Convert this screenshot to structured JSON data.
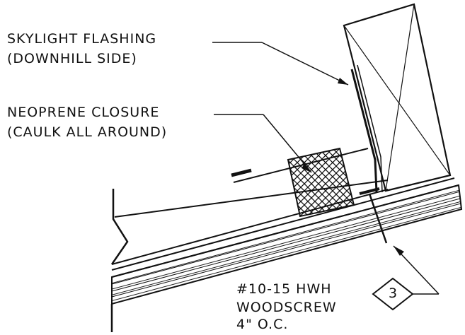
{
  "labels": {
    "skylight_flashing": [
      "SKYLIGHT FLASHING",
      "(DOWNHILL SIDE)"
    ],
    "neoprene_closure": [
      "NEOPRENE CLOSURE",
      "(CAULK ALL AROUND)"
    ],
    "woodscrew": [
      "#10-15 HWH",
      "WOODSCREW",
      "4\"  O.C."
    ]
  },
  "callout": {
    "number": "3"
  }
}
